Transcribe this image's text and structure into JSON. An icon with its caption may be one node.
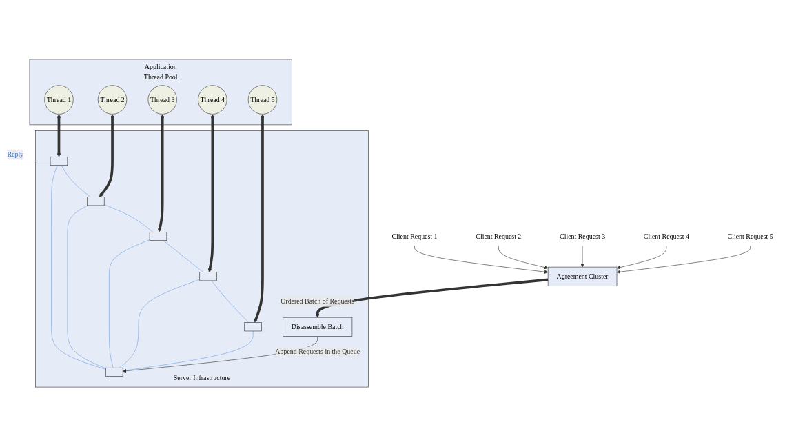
{
  "diagram": {
    "nodes": [
      {
        "text": [
          "Application",
          "Thread Pool"
        ]
      },
      {
        "text": [
          "Thread 1"
        ],
        "in": 0
      },
      {
        "text": [
          "Thread 2"
        ],
        "in": 0
      },
      {
        "text": [
          "Thread 3"
        ],
        "in": 0
      },
      {
        "text": [
          "Thread 4"
        ],
        "in": 0
      },
      {
        "text": [
          "Thread 5"
        ],
        "in": 0
      },
      {
        "text": [
          "Server Infrastructure"
        ]
      },
      {
        "text": [],
        "shape": "box",
        "in": 6
      },
      {
        "text": [],
        "shape": "box",
        "in": 6
      },
      {
        "text": [],
        "shape": "box",
        "in": 6
      },
      {
        "text": [],
        "shape": "box",
        "in": 6
      },
      {
        "text": [],
        "shape": "box",
        "in": 6
      },
      {
        "text": [
          "Disassemble Batch"
        ],
        "in": 6
      },
      {
        "text": [],
        "shape": "box",
        "in": 6
      },
      {
        "text": [
          "Agreement Cluster"
        ]
      },
      {
        "text": [
          "Client Request 1"
        ]
      },
      {
        "text": [
          "Client Request 2"
        ]
      },
      {
        "text": [
          "Client Request 3"
        ]
      },
      {
        "text": [
          "Client Request 4"
        ]
      },
      {
        "text": [
          "Client Request 5"
        ]
      }
    ],
    "edges": [
      {
        "from": 1,
        "to": 7,
        "arrow": "both",
        "style": "thick"
      },
      {
        "from": 2,
        "to": 8,
        "arrow": "both",
        "style": "thick"
      },
      {
        "from": 3,
        "to": 9,
        "arrow": "both",
        "style": "thick"
      },
      {
        "from": 4,
        "to": 10,
        "arrow": "both",
        "style": "thick"
      },
      {
        "from": 5,
        "to": 11,
        "arrow": "both",
        "style": "thick"
      },
      {
        "from": 7,
        "to": null,
        "arrow": "to",
        "label": "Reply",
        "color": "#4472c4"
      },
      {
        "from": 7,
        "to": 8,
        "arrow": "none",
        "color": "#6f9ee0"
      },
      {
        "from": 8,
        "to": 9,
        "arrow": "none",
        "color": "#6f9ee0"
      },
      {
        "from": 9,
        "to": 10,
        "arrow": "none",
        "color": "#6f9ee0"
      },
      {
        "from": 10,
        "to": 11,
        "arrow": "none",
        "color": "#6f9ee0"
      },
      {
        "from": 7,
        "to": 13,
        "arrow": "none",
        "color": "#6f9ee0"
      },
      {
        "from": 8,
        "to": 13,
        "arrow": "none",
        "color": "#6f9ee0"
      },
      {
        "from": 9,
        "to": 13,
        "arrow": "none",
        "color": "#6f9ee0"
      },
      {
        "from": 10,
        "to": 13,
        "arrow": "none",
        "color": "#6f9ee0"
      },
      {
        "from": 11,
        "to": 13,
        "arrow": "none",
        "color": "#6f9ee0"
      },
      {
        "from": 15,
        "to": 14,
        "arrow": "to"
      },
      {
        "from": 16,
        "to": 14,
        "arrow": "to"
      },
      {
        "from": 17,
        "to": 14,
        "arrow": "to"
      },
      {
        "from": 18,
        "to": 14,
        "arrow": "to"
      },
      {
        "from": 19,
        "to": 14,
        "arrow": "to"
      },
      {
        "from": 14,
        "to": 12,
        "arrow": "to",
        "label": "Ordered Batch of Requests",
        "style": "thick"
      },
      {
        "from": 12,
        "to": 13,
        "arrow": "to",
        "label": "Append Requests in the Queue"
      }
    ]
  }
}
